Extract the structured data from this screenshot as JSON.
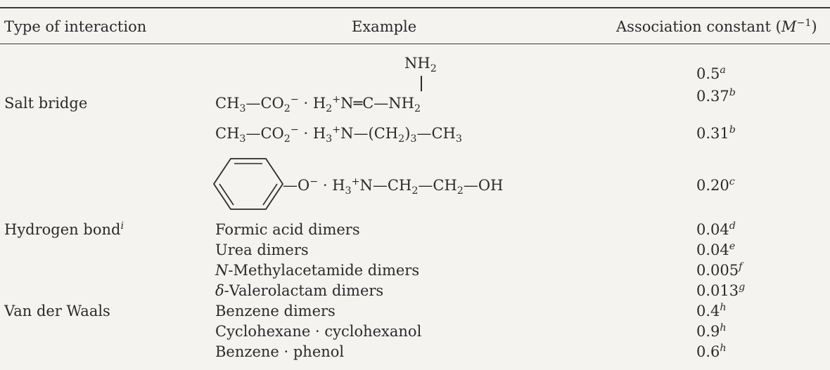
{
  "header": {
    "col1": "Type of interaction",
    "col2": "Example",
    "col3_text": "Association constant (",
    "col3_unit": "M",
    "col3_exp": "−1",
    "col3_close": ")"
  },
  "salt_bridge": {
    "label": "Salt bridge",
    "ex1_nh2_top": "NH",
    "ex1_nh2_top_sub": "2",
    "ex1": {
      "a": "CH",
      "a_sub": "3",
      "b": "—CO",
      "b_sub": "2",
      "b_sup": "−",
      "c": " · H",
      "c_sub": "2",
      "c_sup": "+",
      "d": "N═C—NH",
      "d_sub": "2"
    },
    "ex2": {
      "a": "CH",
      "a_sub": "3",
      "b": "—CO",
      "b_sub": "2",
      "b_sup": "−",
      "c": " · H",
      "c_sub": "3",
      "c_sup": "+",
      "d": "N—(CH",
      "d_sub": "2",
      "e": ")",
      "e_sub": "3",
      "f": "—CH",
      "f_sub": "3"
    },
    "ex3": {
      "a": "—O",
      "a_sup": "−",
      "b": " · H",
      "b_sub": "3",
      "b_sup": "+",
      "c": "N—CH",
      "c_sub": "2",
      "d": "—CH",
      "d_sub": "2",
      "e": "—OH"
    },
    "values": [
      {
        "v": "0.5",
        "note": "a"
      },
      {
        "v": "0.37",
        "note": "b"
      },
      {
        "v": "0.31",
        "note": "b"
      },
      {
        "v": "0.20",
        "note": "c"
      }
    ]
  },
  "hydrogen_bond": {
    "label": "Hydrogen bond",
    "label_note": "i",
    "rows": [
      {
        "ex": "Formic acid dimers",
        "v": "0.04",
        "note": "d"
      },
      {
        "ex": "Urea dimers",
        "v": "0.04",
        "note": "e"
      },
      {
        "ex_it": "N",
        "ex": "-Methylacetamide dimers",
        "v": "0.005",
        "note": "f"
      },
      {
        "ex_it": "δ",
        "ex": "-Valerolactam dimers",
        "v": "0.013",
        "note": "g"
      }
    ]
  },
  "van_der_waals": {
    "label": "Van der Waals",
    "rows": [
      {
        "ex": "Benzene dimers",
        "v": "0.4",
        "note": "h"
      },
      {
        "ex": "Cyclohexane · cyclohexanol",
        "v": "0.9",
        "note": "h"
      },
      {
        "ex": "Benzene · phenol",
        "v": "0.6",
        "note": "h"
      }
    ]
  }
}
